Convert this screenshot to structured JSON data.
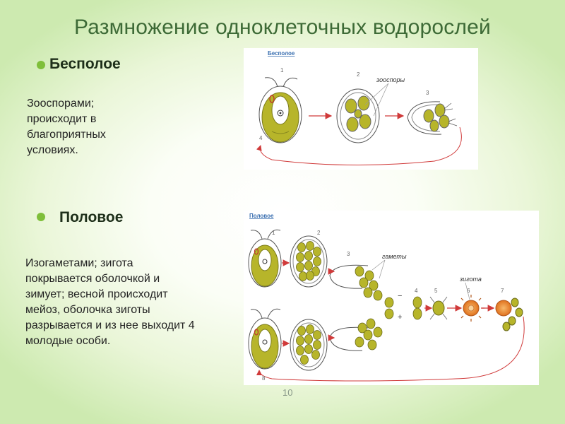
{
  "slide": {
    "title": "Размножение одноклеточных водорослей",
    "page_number": "10"
  },
  "asexual": {
    "heading": "Бесполое",
    "description_lines": [
      "Зооспорами;",
      "происходит в",
      "благоприятных",
      "условиях."
    ],
    "diagram": {
      "title": "Бесполое",
      "labels": {
        "zoospores": "зооспоры"
      },
      "stage_numbers": [
        "1",
        "2",
        "3",
        "4"
      ]
    }
  },
  "sexual": {
    "heading": "Половое",
    "description_lines": [
      "Изогаметами; зигота",
      "покрывается оболочкой и",
      "зимует; весной происходит",
      "мейоз, оболочка зиготы",
      "разрывается и из нее выходит 4",
      "молодые особи."
    ],
    "diagram": {
      "title": "Половое",
      "labels": {
        "gametes": "гаметы",
        "zygote": "зигота"
      },
      "stage_numbers": [
        "1",
        "2",
        "3",
        "4",
        "5",
        "6",
        "7",
        "8"
      ],
      "signs": [
        "−",
        "+"
      ]
    }
  },
  "colors": {
    "title": "#3d6a36",
    "bullet": "#7fbf3a",
    "cell_fill": "#b7b52a",
    "arrow": "#d03a3a",
    "zygote": "#e0721e"
  }
}
